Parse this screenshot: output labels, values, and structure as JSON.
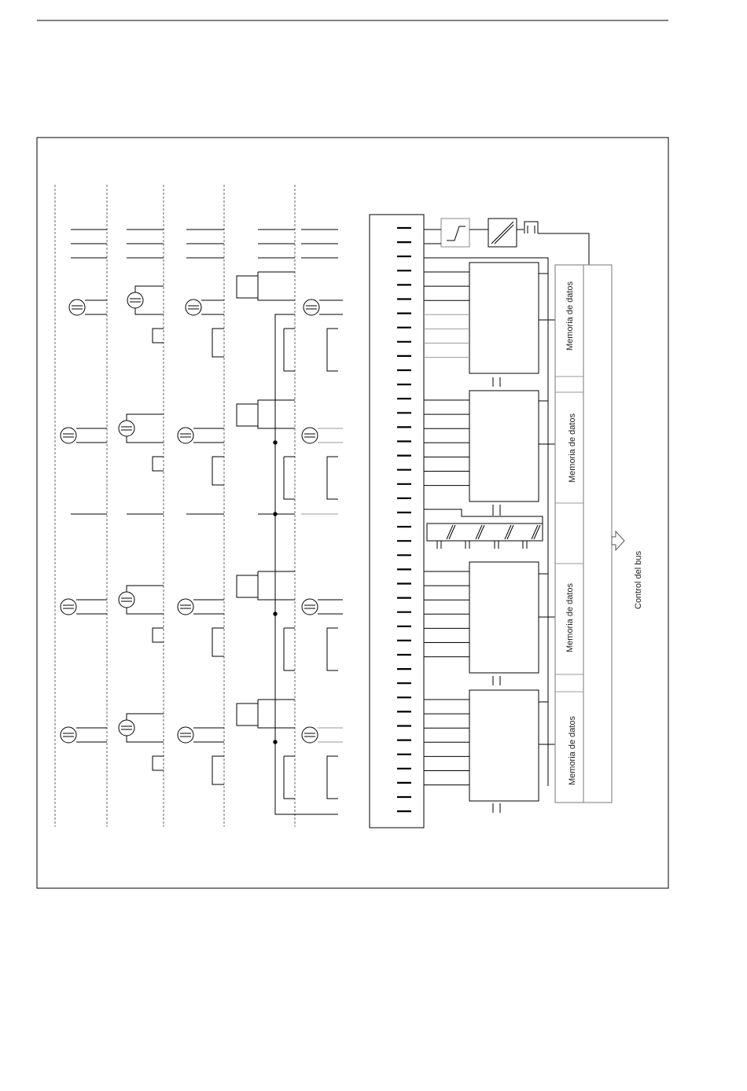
{
  "diagram": {
    "memory_labels": [
      "Memoria de datos",
      "Memoria de datos",
      "Memoria de datos",
      "Memoria de datos"
    ],
    "bus_label": "Control del bus"
  },
  "colors": {
    "line": "#000000",
    "gray": "#8a8a8a",
    "dashed": "#6a6a6a"
  }
}
